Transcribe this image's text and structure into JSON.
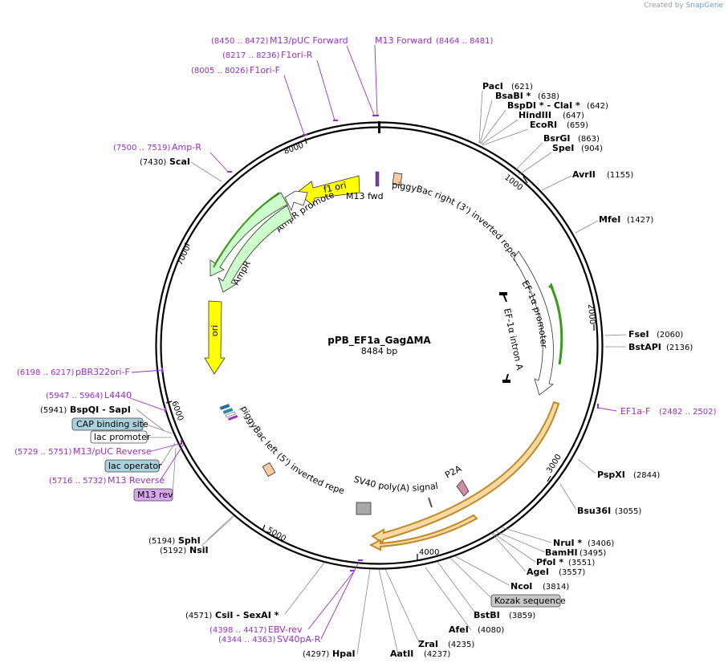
{
  "credit": {
    "prefix": "Created by",
    "brand": "SnapGene"
  },
  "plasmid": {
    "name": "pPB_EF1a_GagΔMA",
    "size_label": "8484 bp",
    "length": 8484
  },
  "ticks": [
    {
      "pos": 1000,
      "label": "1000"
    },
    {
      "pos": 2000,
      "label": "2000"
    },
    {
      "pos": 3000,
      "label": "3000"
    },
    {
      "pos": 4000,
      "label": "4000"
    },
    {
      "pos": 5000,
      "label": "5000"
    },
    {
      "pos": 6000,
      "label": "6000"
    },
    {
      "pos": 7000,
      "label": "7000"
    },
    {
      "pos": 8000,
      "label": "8000"
    }
  ],
  "enzymes": [
    {
      "name": "PacI",
      "pos": "(621)"
    },
    {
      "name": "BsaBI *",
      "pos": "(638)"
    },
    {
      "name": "BspDI * - ClaI *",
      "pos": "(642)"
    },
    {
      "name": "HindIII",
      "pos": "(647)"
    },
    {
      "name": "EcoRI",
      "pos": "(659)"
    },
    {
      "name": "BsrGI",
      "pos": "(863)"
    },
    {
      "name": "SpeI",
      "pos": "(904)"
    },
    {
      "name": "AvrII",
      "pos": "(1155)"
    },
    {
      "name": "MfeI",
      "pos": "(1427)"
    },
    {
      "name": "FseI",
      "pos": "(2060)"
    },
    {
      "name": "BstAPI",
      "pos": "(2136)"
    },
    {
      "name": "PspXI",
      "pos": "(2844)"
    },
    {
      "name": "Bsu36I",
      "pos": "(3055)"
    },
    {
      "name": "NruI *",
      "pos": "(3406)"
    },
    {
      "name": "BamHI",
      "pos": "(3495)"
    },
    {
      "name": "PfoI *",
      "pos": "(3551)"
    },
    {
      "name": "AgeI",
      "pos": "(3557)"
    },
    {
      "name": "NcoI",
      "pos": "(3814)"
    },
    {
      "name": "BstBI",
      "pos": "(3859)"
    },
    {
      "name": "AfeI",
      "pos": "(4080)"
    },
    {
      "name": "ZraI",
      "pos": "(4235)"
    },
    {
      "name": "AatII",
      "pos": "(4237)"
    },
    {
      "name": "HpaI",
      "pos": "(4297)"
    },
    {
      "name": "CsiI - SexAI *",
      "pos": "(4571)"
    },
    {
      "name": "NsiI",
      "pos": "(5192)"
    },
    {
      "name": "SphI",
      "pos": "(5194)"
    },
    {
      "name": "BspQI - SapI",
      "pos": "(5941)"
    },
    {
      "name": "ScaI",
      "pos": "(7430)"
    }
  ],
  "primers": [
    {
      "name": "M13/pUC Forward",
      "range": "(8450 .. 8472)"
    },
    {
      "name": "M13 Forward",
      "range": "(8464 .. 8481)"
    },
    {
      "name": "F1ori-R",
      "range": "(8217 .. 8236)"
    },
    {
      "name": "F1ori-F",
      "range": "(8005 .. 8026)"
    },
    {
      "name": "Amp-R",
      "range": "(7500 .. 7519)"
    },
    {
      "name": "EF1a-F",
      "range": "(2482 .. 2502)"
    },
    {
      "name": "pBR322ori-F",
      "range": "(6198 .. 6217)"
    },
    {
      "name": "L4440",
      "range": "(5947 .. 5964)"
    },
    {
      "name": "M13/pUC Reverse",
      "range": "(5729 .. 5751)"
    },
    {
      "name": "M13 Reverse",
      "range": "(5716 .. 5732)"
    },
    {
      "name": "EBV-rev",
      "range": "(4398 .. 4417)"
    },
    {
      "name": "SV40pA-R",
      "range": "(4344 .. 4363)"
    }
  ],
  "boxed_labels": [
    {
      "name": "CAP binding site",
      "color": "#a9d2dd"
    },
    {
      "name": "lac promoter",
      "color": "#ffffff"
    },
    {
      "name": "lac operator",
      "color": "#a9d2dd"
    },
    {
      "name": "M13 rev",
      "color": "#d7a6ee"
    },
    {
      "name": "Kozak sequence",
      "color": "#c7c7c7"
    }
  ],
  "features": [
    {
      "name": "f1 ori",
      "color": "#ffff00"
    },
    {
      "name": "AmpR promoter",
      "color": "#ffffff"
    },
    {
      "name": "AmpR",
      "color": "#ccffcc"
    },
    {
      "name": "ori",
      "color": "#ffff00"
    },
    {
      "name": "M13 fwd",
      "color": "#7b3ca0"
    },
    {
      "name": "piggyBac right (3') inverted repeat",
      "color": "#fcc9a0"
    },
    {
      "name": "EF-1α promoter",
      "color": "#ffffff"
    },
    {
      "name": "EF-1α intron A",
      "color": "#000000"
    },
    {
      "name": "piggyBac left (5') inverted repeat",
      "color": "#fcc9a0"
    },
    {
      "name": "SV40 poly(A) signal",
      "color": "#a8a8a8"
    },
    {
      "name": "P2A",
      "color": "#d08da0"
    }
  ]
}
